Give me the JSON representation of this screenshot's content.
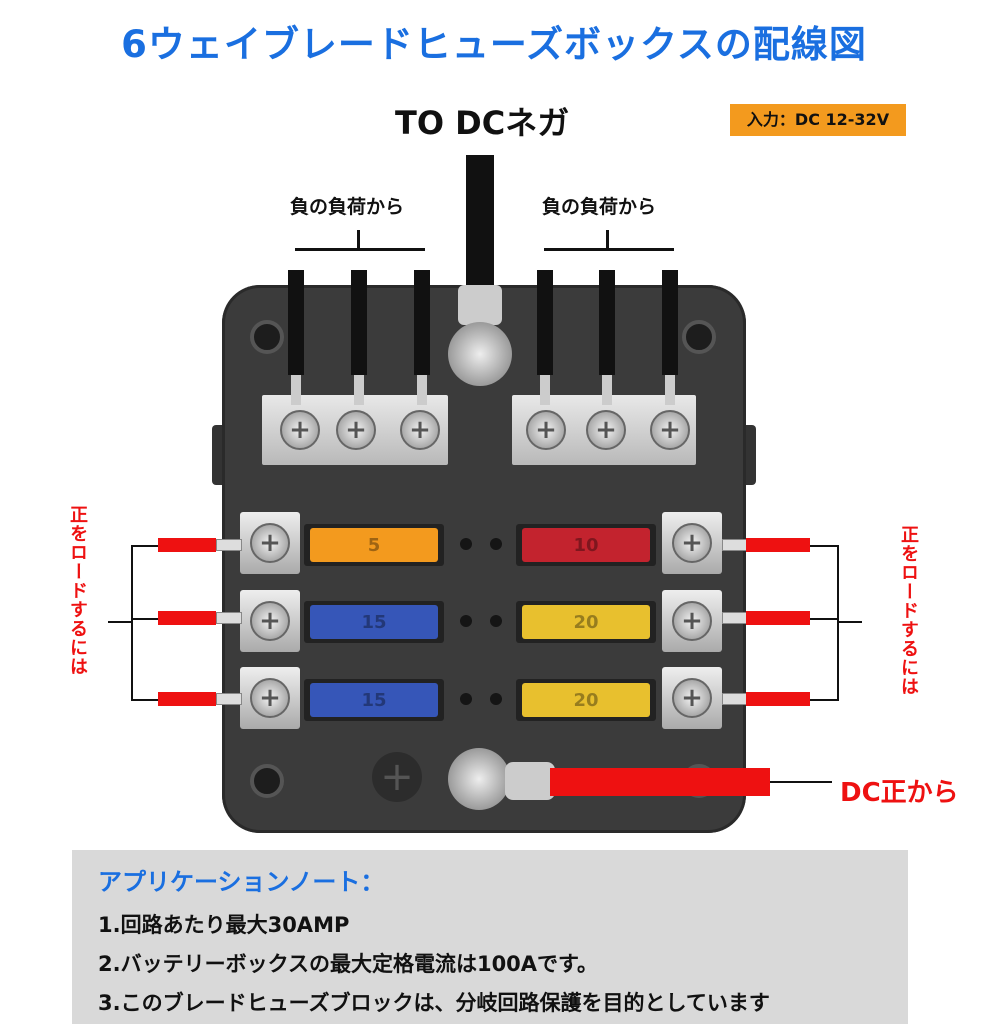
{
  "title": "6ウェイブレードヒューズボックスの配線図",
  "to_dc_negative": "TO DCネガ",
  "input_badge": "入力：DC 12-32V",
  "negative_load_label_left": "負の負荷から",
  "negative_load_label_right": "負の負荷から",
  "positive_load_label_left": "正をロードするには",
  "positive_load_label_right": "正をロードするには",
  "dc_positive_label": "DC正から",
  "fuses": {
    "left": [
      {
        "rating": "5",
        "color": "#f39a1e"
      },
      {
        "rating": "15",
        "color": "#3656b8"
      },
      {
        "rating": "15",
        "color": "#3656b8"
      }
    ],
    "right": [
      {
        "rating": "10",
        "color": "#c3232e"
      },
      {
        "rating": "20",
        "color": "#e8c02e"
      },
      {
        "rating": "20",
        "color": "#e8c02e"
      }
    ]
  },
  "notes": {
    "title": "アプリケーションノート：",
    "lines": [
      "1.回路あたり最大30AMP",
      "2.バッテリーボックスの最大定格電流は100Aです。",
      "3.このブレードヒューズブロックは、分岐回路保護を目的としています"
    ]
  }
}
